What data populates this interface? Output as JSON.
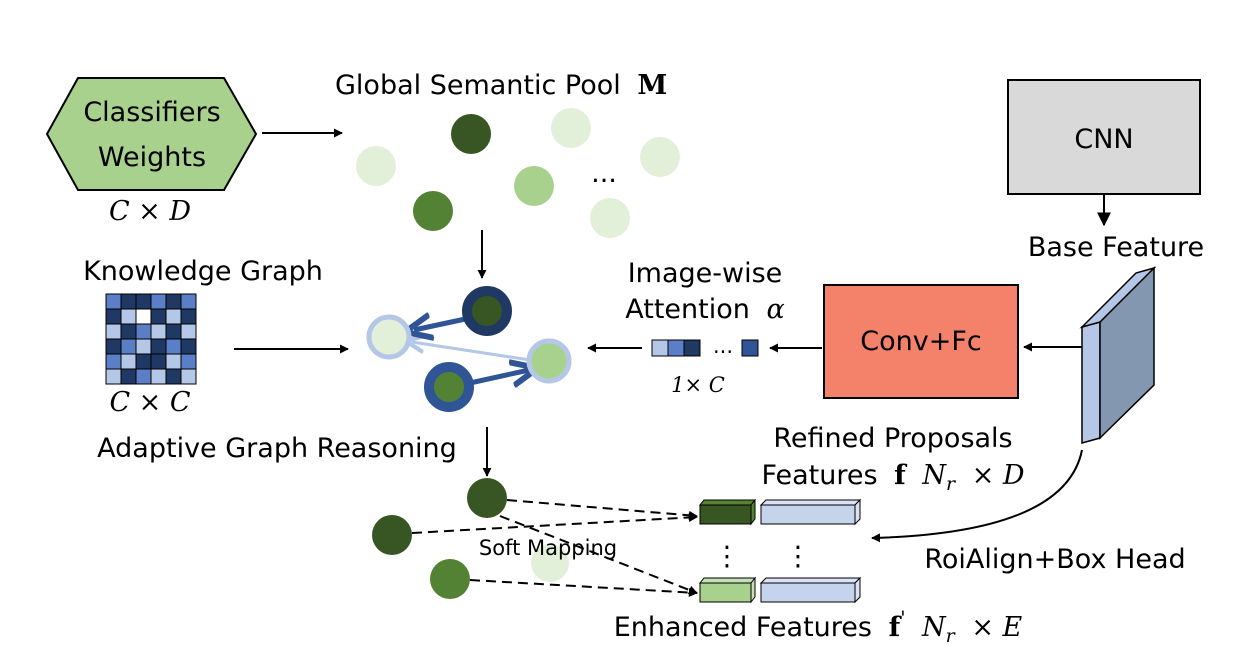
{
  "classifier": {
    "line1": "Classifiers",
    "line2": "Weights",
    "dim": "C × D"
  },
  "pool": {
    "title": "Global Semantic Pool",
    "symbol": "M",
    "ellipsis": "..."
  },
  "knowledge_graph": {
    "title": "Knowledge Graph",
    "dim": "C × C"
  },
  "reasoning": {
    "label": "Adaptive Graph Reasoning"
  },
  "attention": {
    "line1": "Image-wise",
    "line2": "Attention",
    "symbol": "α",
    "dim": "1× C",
    "dots": "..."
  },
  "conv": {
    "label": "Conv+Fc"
  },
  "cnn": {
    "label": "CNN"
  },
  "base_feature": {
    "label": "Base Feature"
  },
  "refined": {
    "line1": "Refined Proposals",
    "line2": "Features",
    "symbol": "f",
    "dim_n": "N",
    "dim_sub": "r",
    "dim_rest": "× D"
  },
  "soft_mapping": {
    "label": "Soft Mapping"
  },
  "roi": {
    "label": "RoiAlign+Box Head"
  },
  "enhanced": {
    "label": "Enhanced Features",
    "symbol": "f",
    "prime": "'",
    "dim_n": "N",
    "dim_sub": "r",
    "dim_rest": "× E"
  },
  "vdots": "⋮",
  "colors": {
    "hexagon_fill": "#a9d18e",
    "cnn_fill": "#d9d9d9",
    "conv_fill": "#f4826a",
    "dark_green": "#375623",
    "mid_green": "#548235",
    "light_green": "#a9d18e",
    "pale_green": "#e2f0d9",
    "navy": "#1f3864",
    "blue": "#2f5597",
    "light_blue": "#b4c7e7",
    "feature_fill": "#c5d3ec",
    "plane_fill": "#8497b0"
  }
}
